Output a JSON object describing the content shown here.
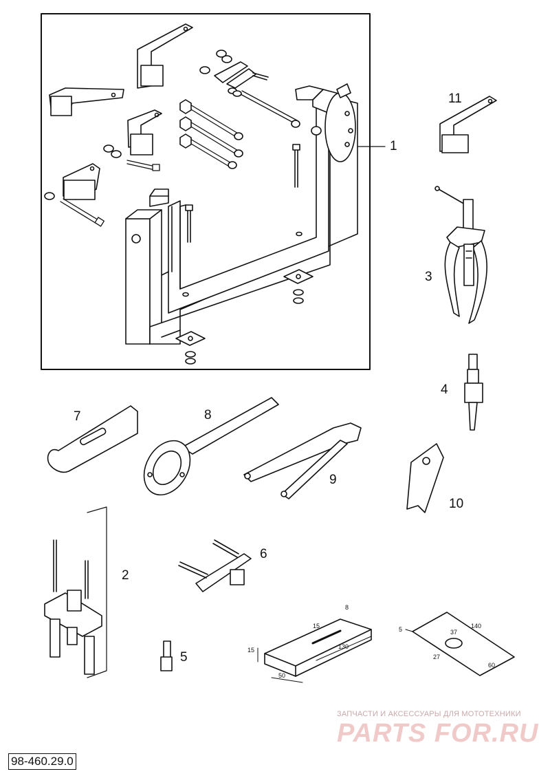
{
  "callouts": {
    "c1": "1",
    "c2": "2",
    "c3": "3",
    "c4": "4",
    "c5": "5",
    "c6": "6",
    "c7": "7",
    "c8": "8",
    "c9": "9",
    "c10": "10",
    "c11": "11"
  },
  "dimensions": {
    "block": {
      "top": "8",
      "width_top": "15",
      "length": "130",
      "height": "15",
      "base": "50"
    },
    "plate": {
      "length": "140",
      "thickness": "5",
      "hole": "37",
      "offset": "27",
      "width": "60"
    }
  },
  "watermark": {
    "line": "ЗАПЧАСТИ И АКСЕССУАРЫ ДЛЯ МОТОТЕХНИКИ",
    "brand": "PARTS FOR.RU"
  },
  "doc_code": "98-460.29.0"
}
